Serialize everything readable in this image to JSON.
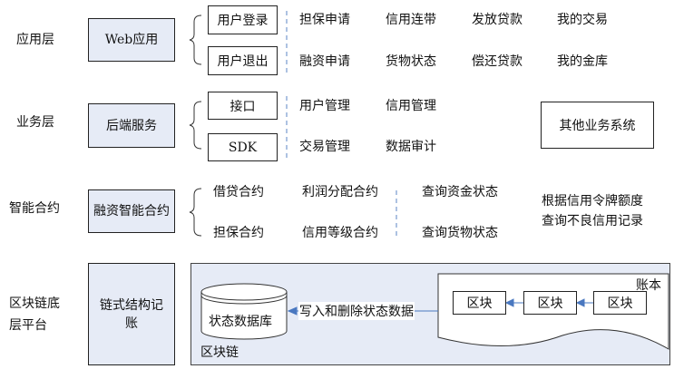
{
  "layers": {
    "app": "应用层",
    "business": "业务层",
    "contract": "智能合约",
    "chain": "区块链底层平台"
  },
  "components": {
    "web_app": "Web应用",
    "backend": "后端服务",
    "finance_contract": "融资智能合约",
    "chain_ledger": "链式结构记账"
  },
  "app_layer": {
    "modules": [
      "用户登录",
      "用户退出"
    ],
    "row1": [
      "担保申请",
      "信用连带",
      "发放贷款",
      "我的交易"
    ],
    "row2": [
      "融资申请",
      "货物状态",
      "偿还贷款",
      "我的金库"
    ]
  },
  "business_layer": {
    "modules": [
      "接口",
      "SDK"
    ],
    "row1": [
      "用户管理",
      "信用管理"
    ],
    "row2": [
      "交易管理",
      "数据审计"
    ],
    "other_system": "其他业务系统"
  },
  "contract_layer": {
    "row1": [
      "借贷合约",
      "利润分配合约",
      "查询资金状态"
    ],
    "row2": [
      "担保合约",
      "信用等级合约",
      "查询货物状态"
    ],
    "note": [
      "根据信用令牌额度",
      "查询不良信用记录"
    ]
  },
  "chain_layer": {
    "state_db": "状态数据库",
    "arrow_label": "写入和删除状态数据",
    "ledger": "账本",
    "blocks": [
      "区块",
      "区块",
      "区块"
    ],
    "chain_label": "区块链"
  },
  "colors": {
    "box_fill": "#e6ebf6",
    "dashed_line": "#5b84c4",
    "arrow": "#4a78c0"
  }
}
